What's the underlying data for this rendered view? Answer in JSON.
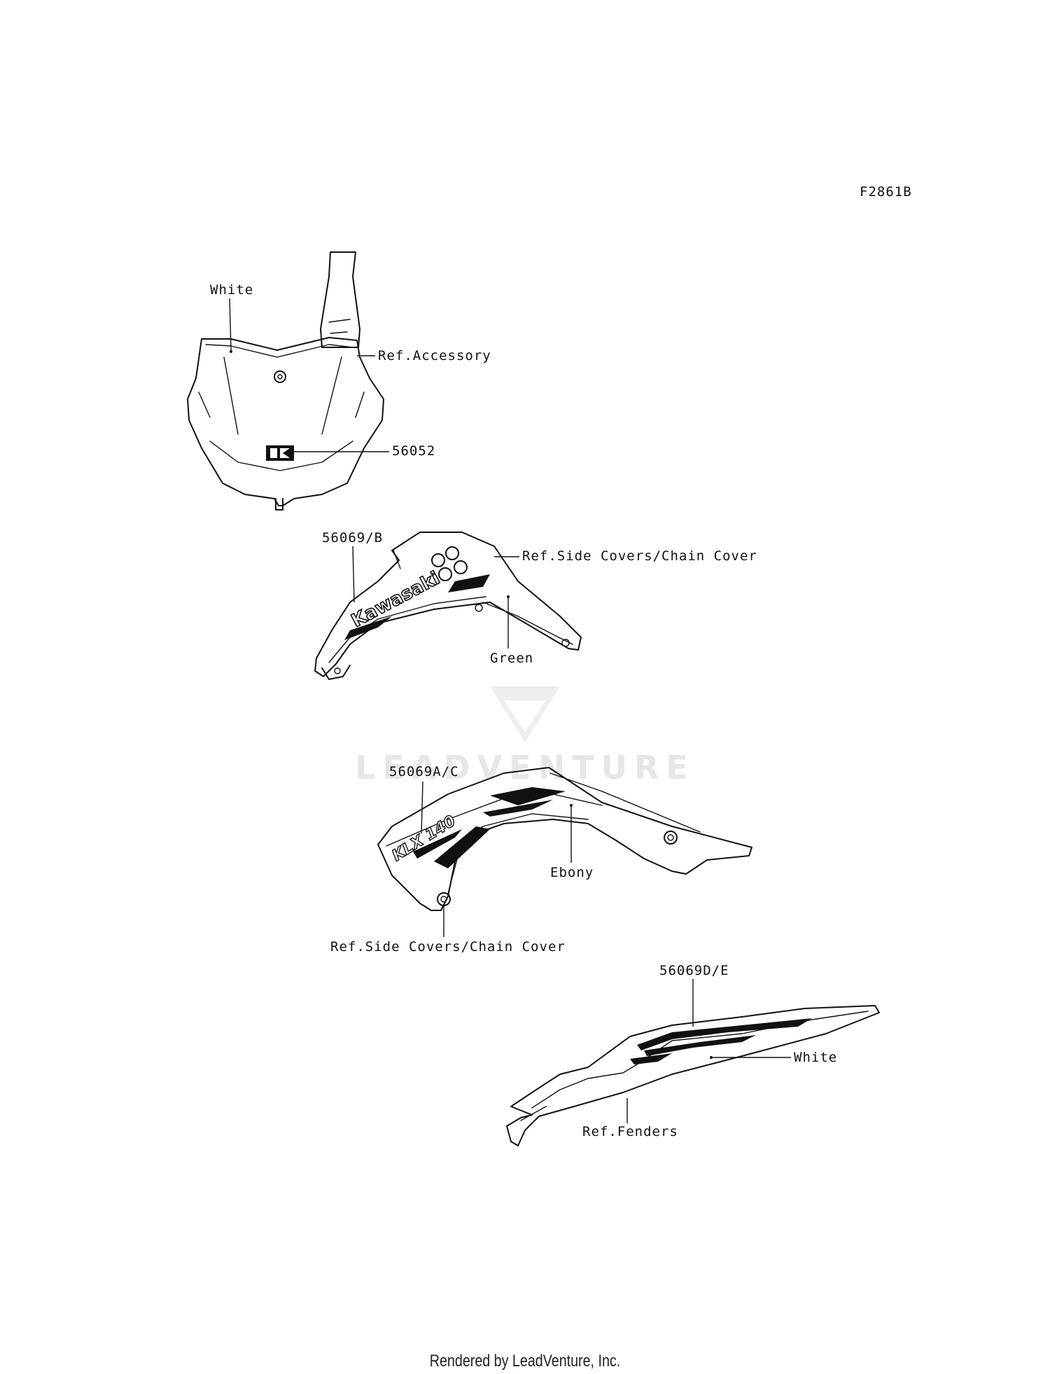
{
  "figure_code": "F2861B",
  "watermark": "LEADVENTURE",
  "footer": "Rendered by LeadVenture, Inc.",
  "callouts": {
    "plate_color": "White",
    "plate_ref": "Ref.Accessory",
    "plate_part": "56052",
    "shroud_part": "56069/B",
    "shroud_ref": "Ref.Side Covers/Chain Cover",
    "shroud_color": "Green",
    "shroud_logo": "Kawasaki",
    "cover_part": "56069A/C",
    "cover_color": "Ebony",
    "cover_ref": "Ref.Side Covers/Chain Cover",
    "cover_logo": "KLX 140",
    "fender_part": "56069D/E",
    "fender_color": "White",
    "fender_ref": "Ref.Fenders"
  }
}
